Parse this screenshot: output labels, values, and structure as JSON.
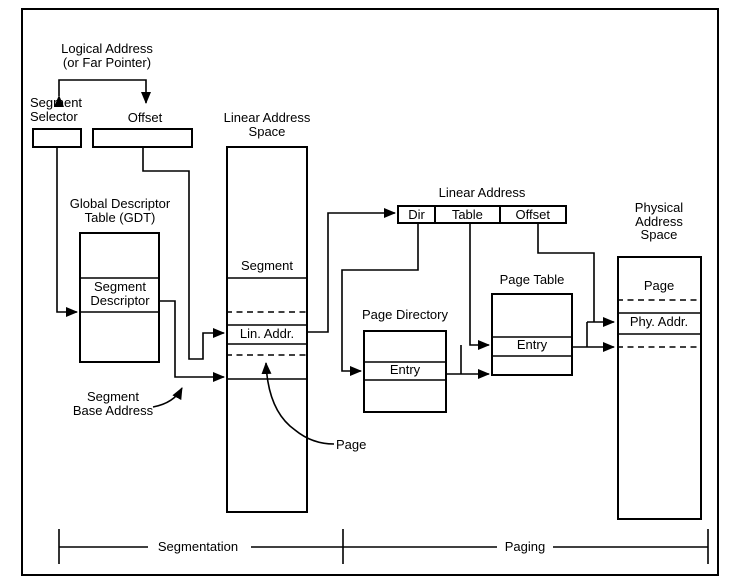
{
  "diagram": {
    "title_implicit": "Segmentation and Paging",
    "colors": {
      "line": "#000000",
      "background": "#ffffff"
    },
    "logical_address": {
      "line1": "Logical Address",
      "line2": "(or Far Pointer)"
    },
    "segment_selector_label": {
      "line1": "Segment",
      "line2": "Selector"
    },
    "offset_label": "Offset",
    "linear_address_space_label": {
      "line1": "Linear Address",
      "line2": "Space"
    },
    "gdt_label": {
      "line1": "Global Descriptor",
      "line2": "Table (GDT)"
    },
    "segment_descriptor": {
      "line1": "Segment",
      "line2": "Descriptor"
    },
    "linear_space_rows": {
      "segment": "Segment",
      "lin_addr": "Lin. Addr."
    },
    "segment_base_address": {
      "line1": "Segment",
      "line2": "Base Address"
    },
    "page_annotation": "Page",
    "linear_address": {
      "title": "Linear Address",
      "cells": [
        "Dir",
        "Table",
        "Offset"
      ]
    },
    "page_directory": {
      "title": "Page Directory",
      "entry": "Entry"
    },
    "page_table": {
      "title": "Page Table",
      "entry": "Entry"
    },
    "physical_address_space_label": {
      "line1": "Physical",
      "line2": "Address",
      "line3": "Space"
    },
    "physical_rows": {
      "page": "Page",
      "phy_addr": "Phy. Addr."
    },
    "brackets": {
      "segmentation": "Segmentation",
      "paging": "Paging"
    }
  }
}
